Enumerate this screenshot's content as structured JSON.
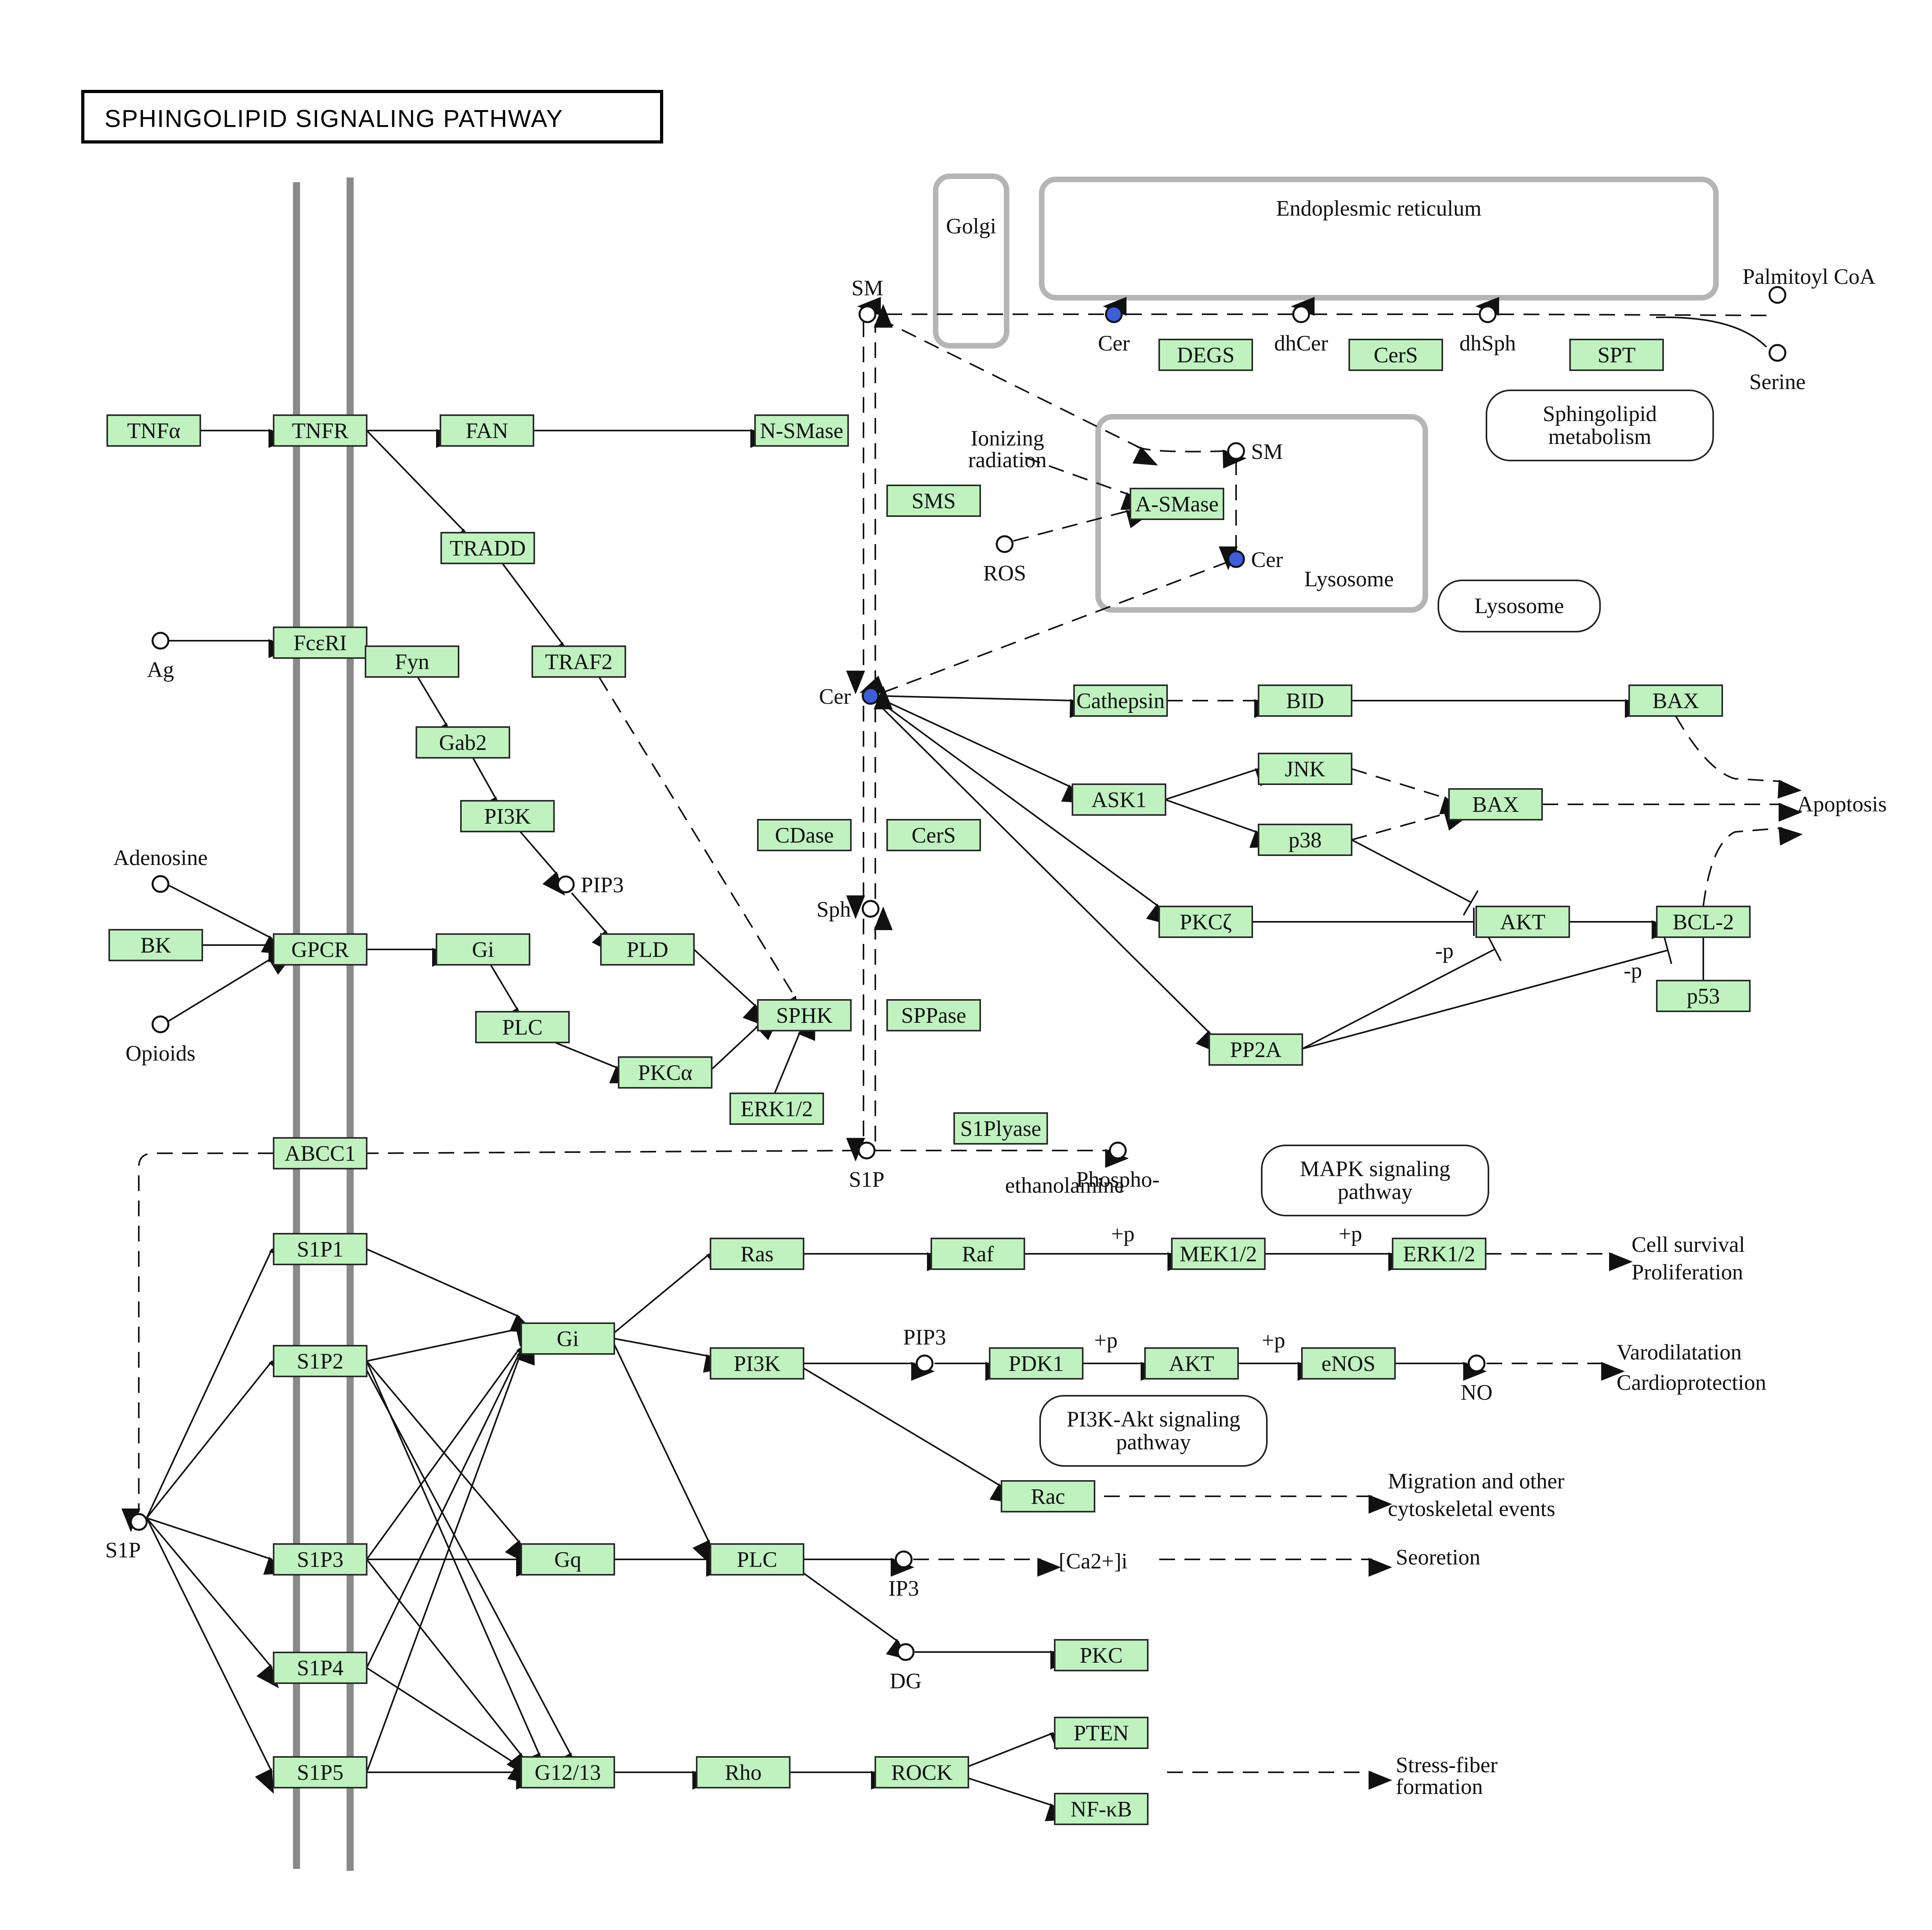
{
  "title": "SPHINGOLIPID SIGNALING PATHWAY",
  "colors": {
    "gene_fill": "#bff2bf",
    "active_compound": "#3b5fd9",
    "compound": "#ffffff",
    "compartment": "#b5b5b5",
    "membrane": "#8a8a8a"
  },
  "compartments": [
    {
      "id": "golgi",
      "label": "Golgi"
    },
    {
      "id": "er",
      "label": "Endoplesmic reticulum"
    },
    {
      "id": "lysosome",
      "label": "Lysosome"
    }
  ],
  "pathway_links": [
    {
      "id": "sphingolipid-metabolism",
      "label": [
        "Sphingolipid",
        "metabolism"
      ]
    },
    {
      "id": "lysosome",
      "label": [
        "Lysosome"
      ]
    },
    {
      "id": "mapk",
      "label": [
        "MAPK signaling",
        "pathway"
      ]
    },
    {
      "id": "pi3k-akt",
      "label": [
        "PI3K-Akt signaling",
        "pathway"
      ]
    }
  ],
  "genes": [
    {
      "id": "tnfa",
      "label": "TNFα"
    },
    {
      "id": "tnfr",
      "label": "TNFR"
    },
    {
      "id": "fan",
      "label": "FAN"
    },
    {
      "id": "nsmase",
      "label": "N-SMase"
    },
    {
      "id": "tradd",
      "label": "TRADD"
    },
    {
      "id": "traf2",
      "label": "TRAF2"
    },
    {
      "id": "fceri",
      "label": "FcεRI"
    },
    {
      "id": "fyn",
      "label": "Fyn"
    },
    {
      "id": "gab2",
      "label": "Gab2"
    },
    {
      "id": "pi3k-top",
      "label": "PI3K"
    },
    {
      "id": "bk",
      "label": "BK"
    },
    {
      "id": "gpcr",
      "label": "GPCR"
    },
    {
      "id": "gi-top",
      "label": "Gi"
    },
    {
      "id": "pld",
      "label": "PLD"
    },
    {
      "id": "plc-top",
      "label": "PLC"
    },
    {
      "id": "pkca",
      "label": "PKCα"
    },
    {
      "id": "sphk",
      "label": "SPHK"
    },
    {
      "id": "erk12-top",
      "label": "ERK1/2"
    },
    {
      "id": "sms",
      "label": "SMS"
    },
    {
      "id": "cdase",
      "label": "CDase"
    },
    {
      "id": "cers-mid",
      "label": "CerS"
    },
    {
      "id": "sppase",
      "label": "SPPase"
    },
    {
      "id": "s1plyase",
      "label": "S1Plyase"
    },
    {
      "id": "asmase",
      "label": "A-SMase"
    },
    {
      "id": "degs",
      "label": "DEGS"
    },
    {
      "id": "cers-top",
      "label": "CerS"
    },
    {
      "id": "spt",
      "label": "SPT"
    },
    {
      "id": "cathepsin",
      "label": "Cathepsin"
    },
    {
      "id": "bid",
      "label": "BID"
    },
    {
      "id": "bax-top",
      "label": "BAX"
    },
    {
      "id": "ask1",
      "label": "ASK1"
    },
    {
      "id": "jnk",
      "label": "JNK"
    },
    {
      "id": "bax-mid",
      "label": "BAX"
    },
    {
      "id": "p38",
      "label": "p38"
    },
    {
      "id": "pkcz",
      "label": "PKCζ"
    },
    {
      "id": "akt-top",
      "label": "AKT"
    },
    {
      "id": "bcl2",
      "label": "BCL-2"
    },
    {
      "id": "p53",
      "label": "p53"
    },
    {
      "id": "pp2a",
      "label": "PP2A"
    },
    {
      "id": "abcc1",
      "label": "ABCC1"
    },
    {
      "id": "s1p1",
      "label": "S1P1"
    },
    {
      "id": "s1p2",
      "label": "S1P2"
    },
    {
      "id": "s1p3",
      "label": "S1P3"
    },
    {
      "id": "s1p4",
      "label": "S1P4"
    },
    {
      "id": "s1p5",
      "label": "S1P5"
    },
    {
      "id": "gi-bot",
      "label": "Gi"
    },
    {
      "id": "gq",
      "label": "Gq"
    },
    {
      "id": "g1213",
      "label": "G12/13"
    },
    {
      "id": "ras",
      "label": "Ras"
    },
    {
      "id": "raf",
      "label": "Raf"
    },
    {
      "id": "mek12",
      "label": "MEK1/2"
    },
    {
      "id": "erk12-bot",
      "label": "ERK1/2"
    },
    {
      "id": "pi3k-bot",
      "label": "PI3K"
    },
    {
      "id": "pdk1",
      "label": "PDK1"
    },
    {
      "id": "akt-bot",
      "label": "AKT"
    },
    {
      "id": "enos",
      "label": "eNOS"
    },
    {
      "id": "rac",
      "label": "Rac"
    },
    {
      "id": "plc-bot",
      "label": "PLC"
    },
    {
      "id": "pkc",
      "label": "PKC"
    },
    {
      "id": "rho",
      "label": "Rho"
    },
    {
      "id": "rock",
      "label": "ROCK"
    },
    {
      "id": "pten",
      "label": "PTEN"
    },
    {
      "id": "nfkb",
      "label": "NF-κB"
    }
  ],
  "compounds": [
    {
      "id": "sm-top",
      "label": "SM",
      "active": false
    },
    {
      "id": "cer-er",
      "label": "Cer",
      "active": true
    },
    {
      "id": "dhcer",
      "label": "dhCer",
      "active": false
    },
    {
      "id": "dhsph",
      "label": "dhSph",
      "active": false
    },
    {
      "id": "palmitoyl",
      "label": "Palmitoyl CoA",
      "active": false
    },
    {
      "id": "serine",
      "label": "Serine",
      "active": false
    },
    {
      "id": "sm-lys",
      "label": "SM",
      "active": false
    },
    {
      "id": "cer-lys",
      "label": "Cer",
      "active": true
    },
    {
      "id": "ros",
      "label": "ROS",
      "active": false
    },
    {
      "id": "cer-mid",
      "label": "Cer",
      "active": true
    },
    {
      "id": "sph",
      "label": "Sph",
      "active": false
    },
    {
      "id": "s1p-mid",
      "label": "S1P",
      "active": false
    },
    {
      "id": "phospho",
      "label": "Phospho-",
      "active": false
    },
    {
      "id": "ag",
      "label": "Ag",
      "active": false
    },
    {
      "id": "pip3-top",
      "label": "PIP3",
      "active": false
    },
    {
      "id": "adenosine",
      "label": "Adenosine",
      "active": false
    },
    {
      "id": "opioids",
      "label": "Opioids",
      "active": false
    },
    {
      "id": "s1p-left",
      "label": "S1P",
      "active": false
    },
    {
      "id": "pip3-bot",
      "label": "PIP3",
      "active": false
    },
    {
      "id": "no",
      "label": "NO",
      "active": false
    },
    {
      "id": "ip3",
      "label": "IP3",
      "active": false
    },
    {
      "id": "dg",
      "label": "DG",
      "active": false
    }
  ],
  "texts": {
    "phospho2": "ethanolamine",
    "ionizing1": "Ionizing",
    "ionizing2": "radiation",
    "apoptosis": "Apoptosis",
    "minus_p_1": "-p",
    "minus_p_2": "-p",
    "plus_p": "+p",
    "cell_survival": "Cell survival",
    "proliferation": "Proliferation",
    "vasodilatation": "Varodilatation",
    "cardioprotection": "Cardioprotection",
    "migration1": "Migration and other",
    "migration2": "cytoskeletal events",
    "ca": "[Ca2+]i",
    "secretion": "Seoretion",
    "stress1": "Stress-fiber",
    "stress2": "formation"
  }
}
